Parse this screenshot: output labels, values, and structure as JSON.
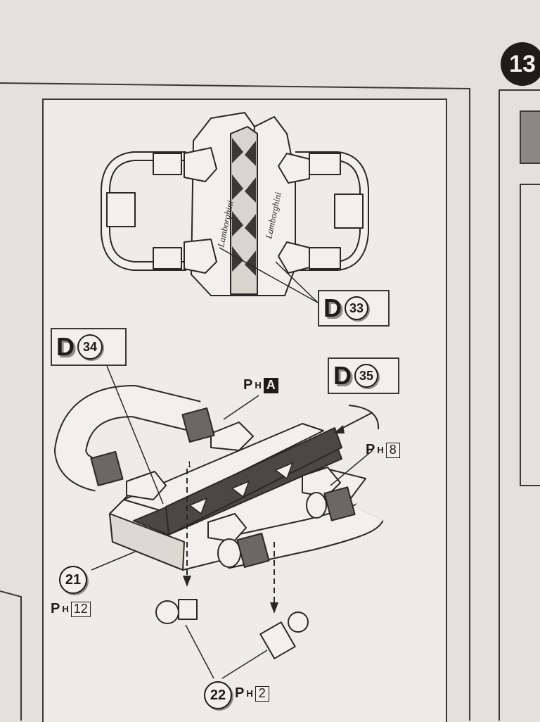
{
  "step_number": "13",
  "top_view": {
    "logo_left": "Lamborghini",
    "logo_right": "Lamborghini",
    "callout": {
      "letter": "D",
      "number": "33"
    }
  },
  "iso_view": {
    "callout_left": {
      "letter": "D",
      "number": "34"
    },
    "callout_right": {
      "letter": "D",
      "number": "35"
    },
    "paint_a": {
      "prefix": "P",
      "sub": "H",
      "code": "A"
    },
    "paint_8": {
      "prefix": "P",
      "sub": "H",
      "code": "8"
    },
    "paint_12": {
      "prefix": "P",
      "sub": "H",
      "code": "12"
    },
    "paint_2": {
      "prefix": "P",
      "sub": "H",
      "code": "2"
    },
    "part_21": "21",
    "part_22": "22",
    "insert_mark": "1"
  },
  "colors": {
    "paper": "#e4e1dc",
    "panel": "#f2f0ec",
    "ink": "#1d1c1a",
    "dark_part": "#4a4845"
  }
}
